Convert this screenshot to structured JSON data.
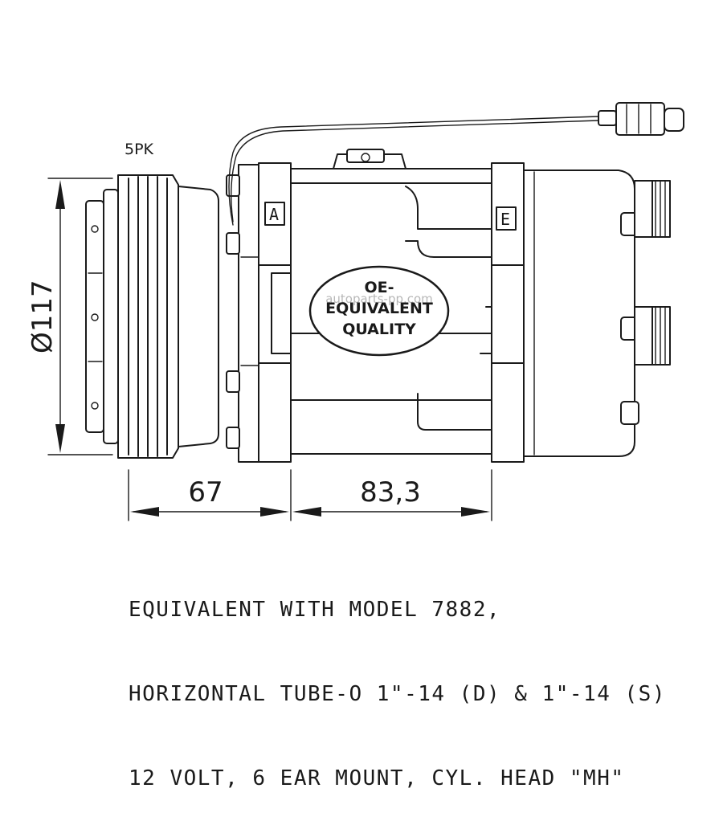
{
  "labels": {
    "belt": "5PK",
    "diameter": "Ø117",
    "dim_left": "67",
    "dim_right": "83,3",
    "port_left_mark": "A",
    "port_right_mark": "E"
  },
  "badge": {
    "line1": "OE-",
    "line2": "EQUIVALENT",
    "line3": "QUALITY"
  },
  "watermark": "autoparts-pp.com",
  "spec_lines": [
    "EQUIVALENT WITH MODEL 7882,",
    "HORIZONTAL TUBE-O 1\"-14 (D) & 1\"-14 (S)",
    "12 VOLT, 6 EAR MOUNT, CYL. HEAD \"MH\""
  ]
}
